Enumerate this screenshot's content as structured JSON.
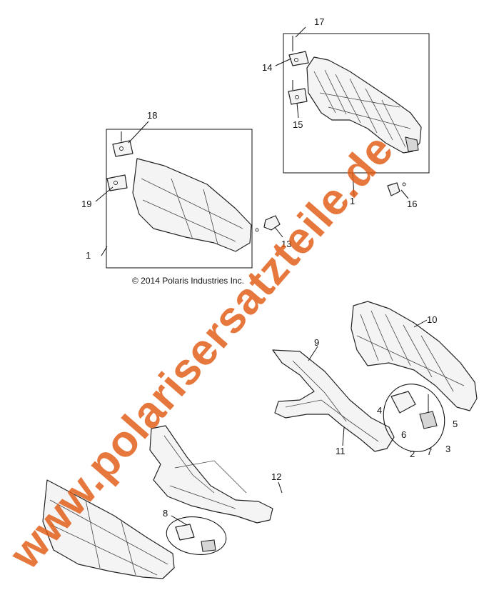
{
  "copyright": "© 2014 Polaris Industries Inc.",
  "watermark": "www.polarisersatzteile.de",
  "colors": {
    "watermark": "#e05a12",
    "line": "#111111",
    "part_fill": "#f4f4f4"
  },
  "callouts": {
    "c1_top": "1",
    "c1_left": "1",
    "c2": "2",
    "c3": "3",
    "c4": "4",
    "c5": "5",
    "c6": "6",
    "c7": "7",
    "c8": "8",
    "c9": "9",
    "c10": "10",
    "c11": "11",
    "c12": "12",
    "c13": "13",
    "c14": "14",
    "c15": "15",
    "c16": "16",
    "c17": "17",
    "c18": "18",
    "c19": "19"
  }
}
